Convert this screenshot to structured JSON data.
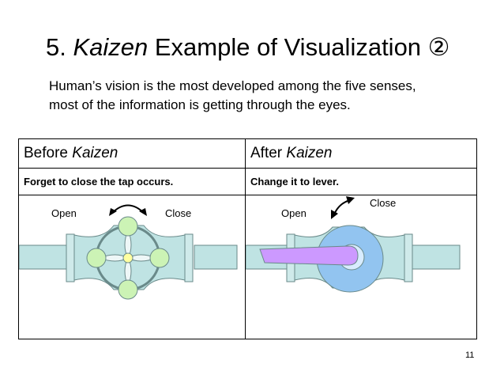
{
  "title": {
    "prefix": "5. ",
    "emph": "Kaizen",
    "rest": " Example of Visualization ②"
  },
  "subtitle": {
    "line1": "Human’s vision is the most developed among the five senses,",
    "line2": "most of the information is getting through the eyes."
  },
  "table": {
    "before_header": {
      "text": "Before ",
      "emph": "Kaizen"
    },
    "after_header": {
      "text": "After ",
      "emph": "Kaizen"
    },
    "before_note": "Forget to close the tap occurs.",
    "after_note": "Change it to lever.",
    "before_open": "Open",
    "before_close": "Close",
    "after_open": "Open",
    "after_close": "Close"
  },
  "page_number": "11",
  "colors": {
    "pipe_fill": "#bfe3e3",
    "wheel_circle": "#ccf3b5",
    "hub": "#ffffa0",
    "valve_body": "#92c4f0",
    "lever": "#cc99ff"
  }
}
